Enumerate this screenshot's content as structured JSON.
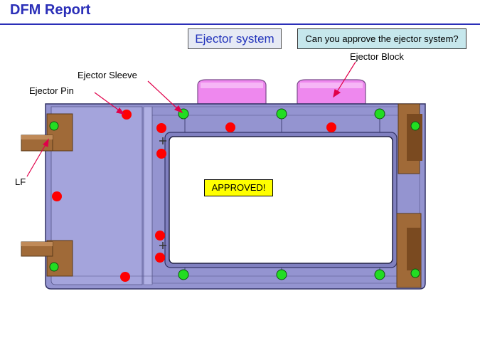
{
  "header": {
    "title": "DFM Report"
  },
  "slide": {
    "section_label": "Ejector system",
    "question": "Can you approve the ejector system?",
    "status": "APPROVED!"
  },
  "annotations": {
    "ejector_block": "Ejector Block",
    "ejector_sleeve": "Ejector Sleeve",
    "ejector_pin": "Ejector Pin",
    "lf": "LF"
  },
  "colors": {
    "title": "#2b2fb8",
    "ejector_pin_marker": "#ff0000",
    "ejector_sleeve_marker": "#22dd22",
    "ejector_block": "#ee88ee",
    "lifter": "#a06a38",
    "part_body": "#9494d0",
    "arrow": "#e0004a"
  }
}
